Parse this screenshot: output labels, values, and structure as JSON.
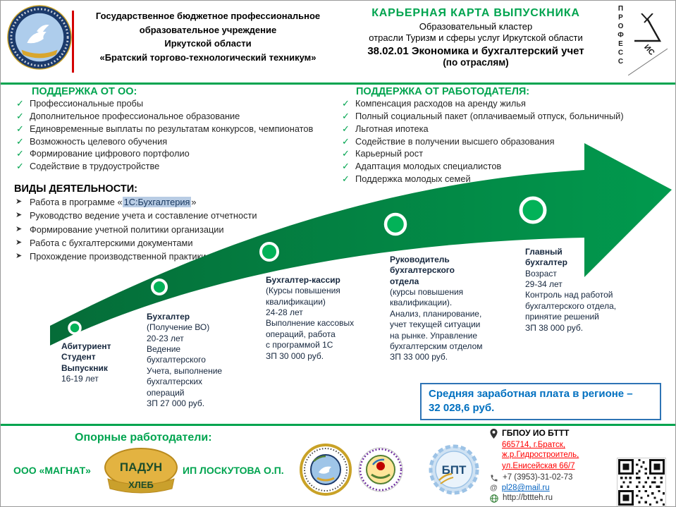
{
  "header": {
    "institution": "Государственное бюджетное профессиональное\nобразовательное учреждение\nИркутской области\n«Братский торгово-технологический техникум»",
    "title": "КАРЬЕРНАЯ  КАРТА  ВЫПУСКНИКА",
    "cluster_line1": "Образовательный кластер",
    "cluster_line2": "отрасли Туризм и сферы услуг Иркутской области",
    "specialty": "38.02.01 Экономика и бухгалтерский учет",
    "specialty_suffix": "(по отраслям)",
    "program_logo": {
      "vertical": "ПРОФЕСС",
      "diagonal": "ИС"
    }
  },
  "support_oo": {
    "title": "ПОДДЕРЖКА ОТ ОО:",
    "items": [
      "Профессиональные пробы",
      "Дополнительное профессиональное образование",
      "Единовременные выплаты по результатам конкурсов, чемпионатов",
      "Возможность целевого обучения",
      "Формирование цифрового портфолио",
      "Содействие в трудоустройстве"
    ]
  },
  "activities": {
    "title": "ВИДЫ ДЕЯТЕЛЬНОСТИ:",
    "item1_prefix": "Работа в программе «",
    "item1_highlight": "1С:Бухгалтерия",
    "item1_suffix": "»",
    "items": [
      "Руководство ведение учета и составление отчетности",
      "Формирование учетной политики организации",
      "Работа с бухгалтерскими документами",
      "Прохождение производственной практики"
    ]
  },
  "support_employer": {
    "title": "ПОДДЕРЖКА ОТ РАБОТОДАТЕЛЯ:",
    "items": [
      "Компенсация расходов на аренду жилья",
      "Полный социальный пакет (оплачиваемый отпуск, больничный)",
      "Льготная ипотека",
      "Содействие в получении высшего образования",
      "Карьерный рост",
      "Адаптация молодых специалистов",
      "Поддержка молодых семей"
    ]
  },
  "milestones": [
    {
      "title": "Абитуриент\nСтудент\nВыпускник",
      "body": "16-19 лет"
    },
    {
      "title": "Бухгалтер",
      "body": "(Получение ВО)\n20-23 лет\nВедение\nбухгалтерского\nУчета, выполнение\nбухгалтерских\nопераций\nЗП 27 000 руб."
    },
    {
      "title": "Бухгалтер-кассир",
      "body": "(Курсы повышения\nквалификации)\n24-28 лет\nВыполнение кассовых\nопераций, работа\nс программой 1С\nЗП 30 000 руб."
    },
    {
      "title": "Руководитель\nбухгалтерского\nотдела",
      "body": "(курсы повышения\nквалификации).\nАнализ, планирование,\nучет текущей ситуации\nна рынке. Управление\nбухгалтерским отделом\nЗП 33 000 руб."
    },
    {
      "title": "Главный\nбухгалтер",
      "body": "Возраст\n29-34 лет\nКонтроль над работой\nбухгалтерского отдела,\nпринятие решений\nЗП 38 000 руб."
    }
  ],
  "salary_box": {
    "line1": "Средняя заработная плата в регионе –",
    "line2": "32 028,6 руб."
  },
  "footer": {
    "partners_title": "Опорные работодатели:",
    "partner1": "ООО «МАГНАТ»",
    "partner2": "ИП ЛОСКУТОВА О.П.",
    "padun": {
      "line1": "ПАДУН",
      "line2": "ХЛЕБ"
    },
    "bpt_label": "БПТ",
    "org_name": "ГБПОУ ИО БТТТ",
    "address_line1": "665714, г.Братск, ж.р.Гидростроитель,",
    "address_line2": "ул.Енисейская 66/7",
    "phone": "+7 (3953)-31-02-73",
    "email": "pl28@mail.ru",
    "website": "http://bttteh.ru"
  },
  "colors": {
    "green": "#00A44F",
    "arrow_dark": "#056C38",
    "arrow_light": "#019A4E",
    "blue": "#0070C0",
    "red": "#FF0000"
  }
}
